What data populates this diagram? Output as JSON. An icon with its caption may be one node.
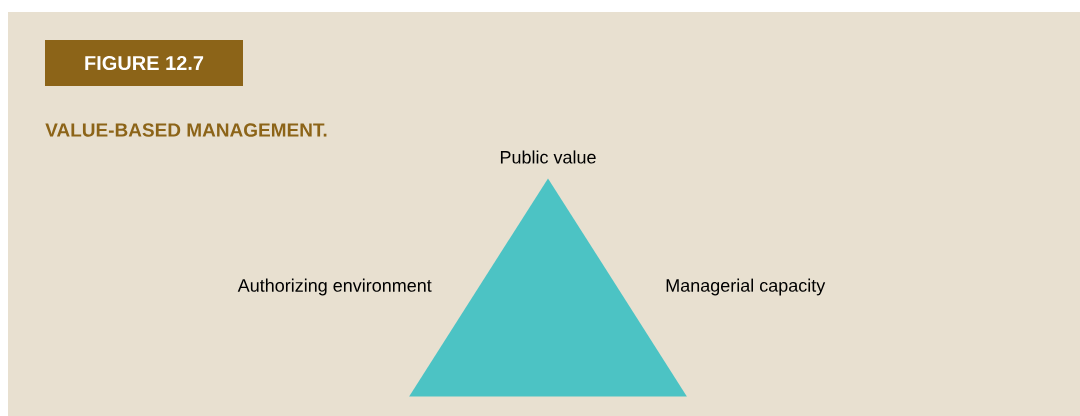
{
  "diagram": {
    "title": "VALUE-BASED MANAGEMENT.",
    "nodes": [
      {
        "text": [],
        "shape": "triangle",
        "beside": [
          "Public value",
          "Authorizing environment",
          "Managerial capacity"
        ]
      }
    ],
    "labels": [
      "FIGURE 12.7"
    ]
  }
}
